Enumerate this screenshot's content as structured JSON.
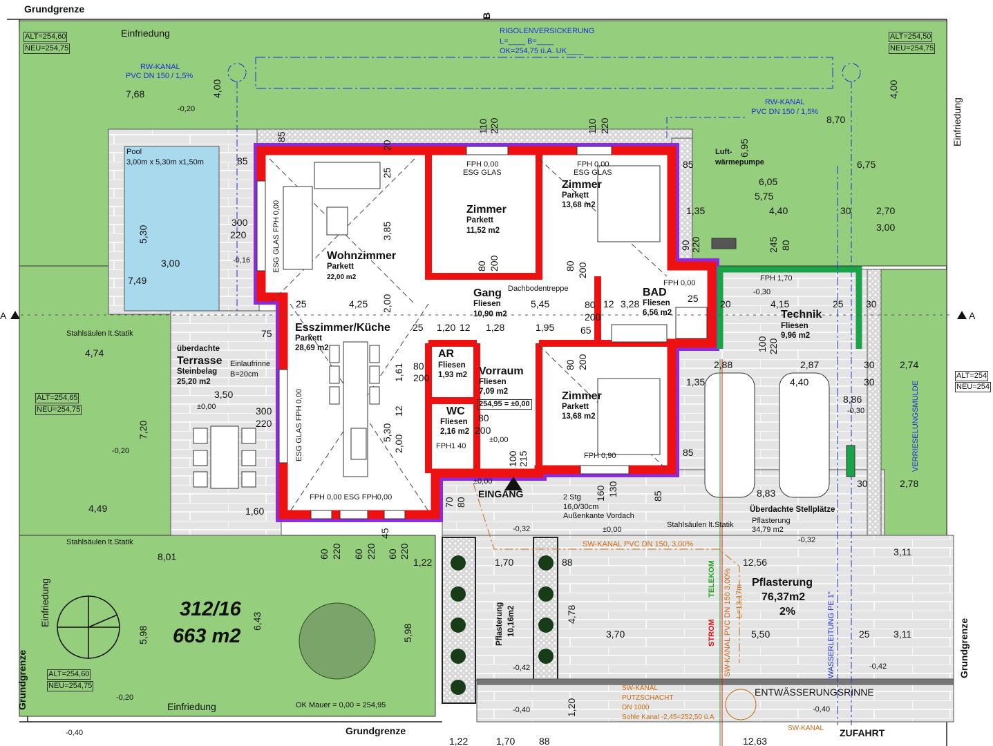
{
  "title": "Grundgrenze",
  "colors": {
    "garden": "#95cf7d",
    "wall": "#ee1111",
    "insulation": "#8a2be2",
    "pool": "#a9d9ec",
    "paving": "#e3e3e3",
    "technik_wall": "#1ba34a"
  },
  "plot": {
    "number": "312/16",
    "area": "663 m2"
  },
  "levels": {
    "nw_alt": "ALT=254,60",
    "nw_neu": "NEU=254,75",
    "ne_alt": "ALT=254,50",
    "ne_neu": "NEU=254,75",
    "w_alt": "ALT=254,65",
    "w_neu": "NEU=254,75",
    "sw_alt": "ALT=254,60",
    "sw_neu": "NEU=254,75",
    "e_alt": "ALT=254",
    "e_neu": "NEU=254",
    "reference": "254,95 = ±0,00",
    "ok_mauer": "OK Mauer = 0,00 = 254,95"
  },
  "rooms": {
    "wohn": {
      "name": "Wohnzimmer",
      "floor": "Parkett",
      "area": "22,00 m2"
    },
    "zimmer1": {
      "name": "Zimmer",
      "floor": "Parkett",
      "area": "11,52 m2"
    },
    "zimmer2": {
      "name": "Zimmer",
      "floor": "Parkett",
      "area": "13,68 m2"
    },
    "zimmer3": {
      "name": "Zimmer",
      "floor": "Parkett",
      "area": "13,68 m2"
    },
    "gang": {
      "name": "Gang",
      "floor": "Fliesen",
      "area": "10,90 m2"
    },
    "bad": {
      "name": "BAD",
      "floor": "Fliesen",
      "area": "6,56 m2"
    },
    "ess": {
      "name": "Esszimmer/Küche",
      "floor": "Parkett",
      "area": "28,69 m2"
    },
    "ar": {
      "name": "AR",
      "floor": "Fliesen",
      "area": "1,93 m2"
    },
    "vorraum": {
      "name": "Vorraum",
      "floor": "Fliesen",
      "area": "7,09 m2"
    },
    "wc": {
      "name": "WC",
      "floor": "Fliesen",
      "area": "2,16 m2"
    },
    "technik": {
      "name": "Technik",
      "floor": "Fliesen",
      "area": "9,96 m2"
    },
    "terrasse": {
      "name1": "überdachte",
      "name2": "Terrasse",
      "floor": "Steinbelag",
      "area": "25,20 m2"
    },
    "stellplaetze": {
      "name": "Überdachte Stellplätze",
      "floor": "Pflasterung",
      "area": "34,79 m2"
    },
    "pflaster_gross": {
      "name": "Pflasterung",
      "area": "76,37m2",
      "slope": "2%"
    },
    "pflaster_klein": {
      "name": "Pflasterung",
      "area": "10,16m2"
    },
    "pool": {
      "name": "Pool",
      "size": "3,00m x 5,30m x1,50m"
    }
  },
  "notes": {
    "einfriedung": "Einfriedung",
    "grundgrenze": "Grundgrenze",
    "rigole1": "RIGOLENVERSICKERUNG",
    "rigole2": "L=____ B=____",
    "rigole3": "OK=254,75 ü.A. UK____",
    "rw1": "RW-KANAL",
    "rw2": "PVC DN 150 / 1,5%",
    "luft1": "Luft-",
    "luft2": "wärmepumpe",
    "dachboden": "Dachbodentreppe",
    "stahl": "Stahlsäulen lt.Statik",
    "einlauf1": "Einlaufrinne",
    "einlauf2": "B=20cm",
    "eingang": "EINGANG",
    "stg1": "2 Stg",
    "stg2": "16,0/30cm",
    "stg3": "Außenkante Vordach",
    "sw_kanal": "SW-KANAL PVC DN 150, 3,00%",
    "sw_kanal_v": "SW-KANAL PVC DN 150 3,00%",
    "sw_len": "L=13,17m",
    "telekom": "TELEKOM",
    "strom": "STROM",
    "wasser": "WASSERLEITUNG PE 1\"",
    "rinne": "ENTWÄSSERUNGSRINNE",
    "schacht1": "SW-KANAL",
    "schacht2": "PUTZSCHACHT",
    "schacht3": "DN 1000",
    "schacht4": "Sohle Kanal -2,45=252,50 ü.A",
    "sw_diag": "SW-KANAL",
    "zufahrt": "ZUFAHRT",
    "mulde": "VERRIESELUNGSMULDE",
    "fph_esg": "FPH 0,00",
    "esg_glas": "ESG GLAS",
    "fph_bottom": "FPH 0,00   ESG   FPH0,00",
    "fph_090": "FPH 0,90",
    "fph_170": "FPH 1,70",
    "fph_wc": "FPH1 40",
    "esg_v": "ESG GLAS   FPH 0,00",
    "section": "A",
    "section_b": "B"
  },
  "elevations": [
    "-0,20",
    "-0,16",
    "±0,00",
    "-0,20",
    "-0,20",
    "-0,40",
    "-0,32",
    "-0,32",
    "-0,42",
    "-0,42",
    "-0,40",
    "-0,40",
    "-0,30",
    "-0,30",
    "±0,00",
    "±0,00",
    "±0,00"
  ],
  "dims": [
    "7,68",
    "4,00",
    "5,30",
    "3,00",
    "7,49",
    "85",
    "300",
    "220",
    "4,74",
    "75",
    "3,50",
    "300",
    "220",
    "7,20",
    "4,49",
    "1,60",
    "8,01",
    "5,98",
    "6,43",
    "5,98",
    "25",
    "4,25",
    "2,00",
    "3,85",
    "25",
    "20",
    "85",
    "110",
    "220",
    "110",
    "220",
    "25",
    "1,20",
    "12",
    "1,28",
    "1,95",
    "65",
    "5,45",
    "80",
    "200",
    "12",
    "3,28",
    "25",
    "1,61",
    "12",
    "5,30",
    "2,00",
    "80",
    "200",
    "80",
    "200",
    "100",
    "215",
    "80",
    "200",
    "160",
    "130",
    "85",
    "70",
    "80",
    "45",
    "60",
    "220",
    "60",
    "220",
    "60",
    "220",
    "8,70",
    "6,95",
    "6,75",
    "6,05",
    "5,75",
    "4,40",
    "30",
    "2,70",
    "3,00",
    "1,35",
    "85",
    "4,00",
    "90",
    "220",
    "245",
    "80",
    "20",
    "4,15",
    "25",
    "30",
    "100",
    "220",
    "2,88",
    "2,87",
    "30",
    "2,74",
    "1,35",
    "4,40",
    "30",
    "8,86",
    "85",
    "30",
    "2,78",
    "8,83",
    "1,22",
    "1,70",
    "88",
    "12,56",
    "3,11",
    "4,78",
    "3,70",
    "5,50",
    "25",
    "3,11",
    "1,20",
    "1,22",
    "1,70",
    "88",
    "12,63",
    "80",
    "200",
    "80",
    "200"
  ]
}
